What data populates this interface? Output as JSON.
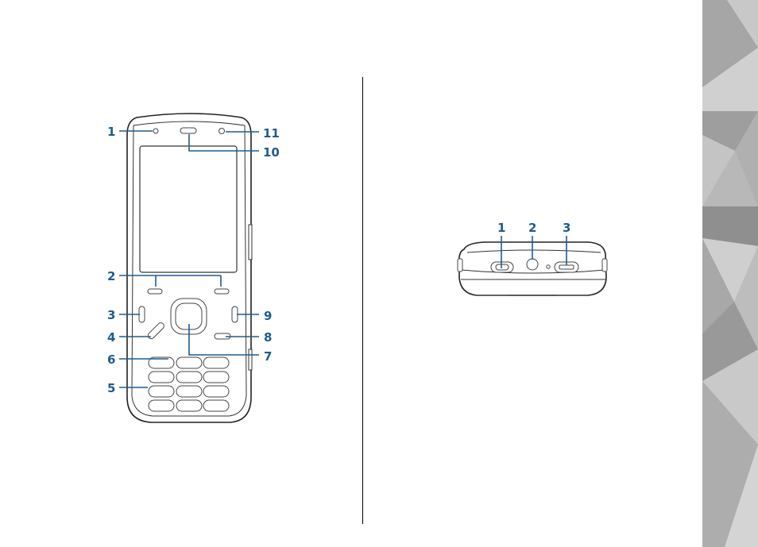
{
  "phone_front": {
    "callouts": [
      "1",
      "2",
      "3",
      "4",
      "5",
      "6",
      "7",
      "8",
      "9",
      "10",
      "11"
    ]
  },
  "phone_bottom": {
    "callouts": [
      "1",
      "2",
      "3"
    ]
  },
  "colors": {
    "callout": "#1f5b8f",
    "outline": "#222222",
    "divider": "#000000",
    "side_texture": "#b4b4b4"
  }
}
